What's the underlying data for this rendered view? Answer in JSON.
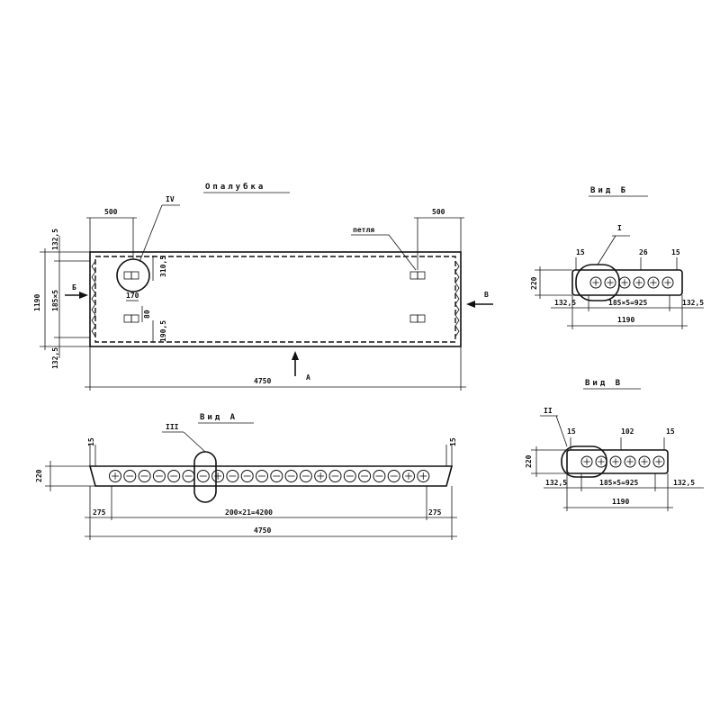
{
  "titles": {
    "formwork": "Опалубка",
    "view_a": "Вид А",
    "view_b": "Вид Б",
    "view_v": "Вид В"
  },
  "callouts": {
    "node_iv": "IV",
    "node_iii": "III",
    "node_i": "I",
    "node_ii": "II",
    "loop_label": "петля",
    "arrow_b": "Б",
    "arrow_v": "В",
    "arrow_a": "А"
  },
  "plan_dims": {
    "left_500": "500",
    "right_500": "500",
    "overall_width": "1190",
    "top_edge": "132,5",
    "middle": "185×5",
    "bottom_edge": "132,5",
    "loop_spacing": "310,5",
    "cut_170": "170",
    "dim_80": "80",
    "dim_190_5": "190,5",
    "length": "4750"
  },
  "elevation_dims": {
    "end_15_left": "15",
    "end_15_right": "15",
    "height_220": "220",
    "edge_275_left": "275",
    "hole_pitch": "200×21=4200",
    "edge_275_right": "275",
    "length": "4750"
  },
  "section_b_dims": {
    "d15_left": "15",
    "d26": "26",
    "d15_right": "15",
    "height": "220",
    "edge_left": "132,5",
    "pitch": "185×5=925",
    "edge_right": "132,5",
    "width": "1190"
  },
  "section_v_dims": {
    "d15_left": "15",
    "d102": "102",
    "d15_right": "15",
    "height": "220",
    "edge_left": "132,5",
    "pitch": "185×5=925",
    "edge_right": "132,5",
    "width": "1190"
  }
}
